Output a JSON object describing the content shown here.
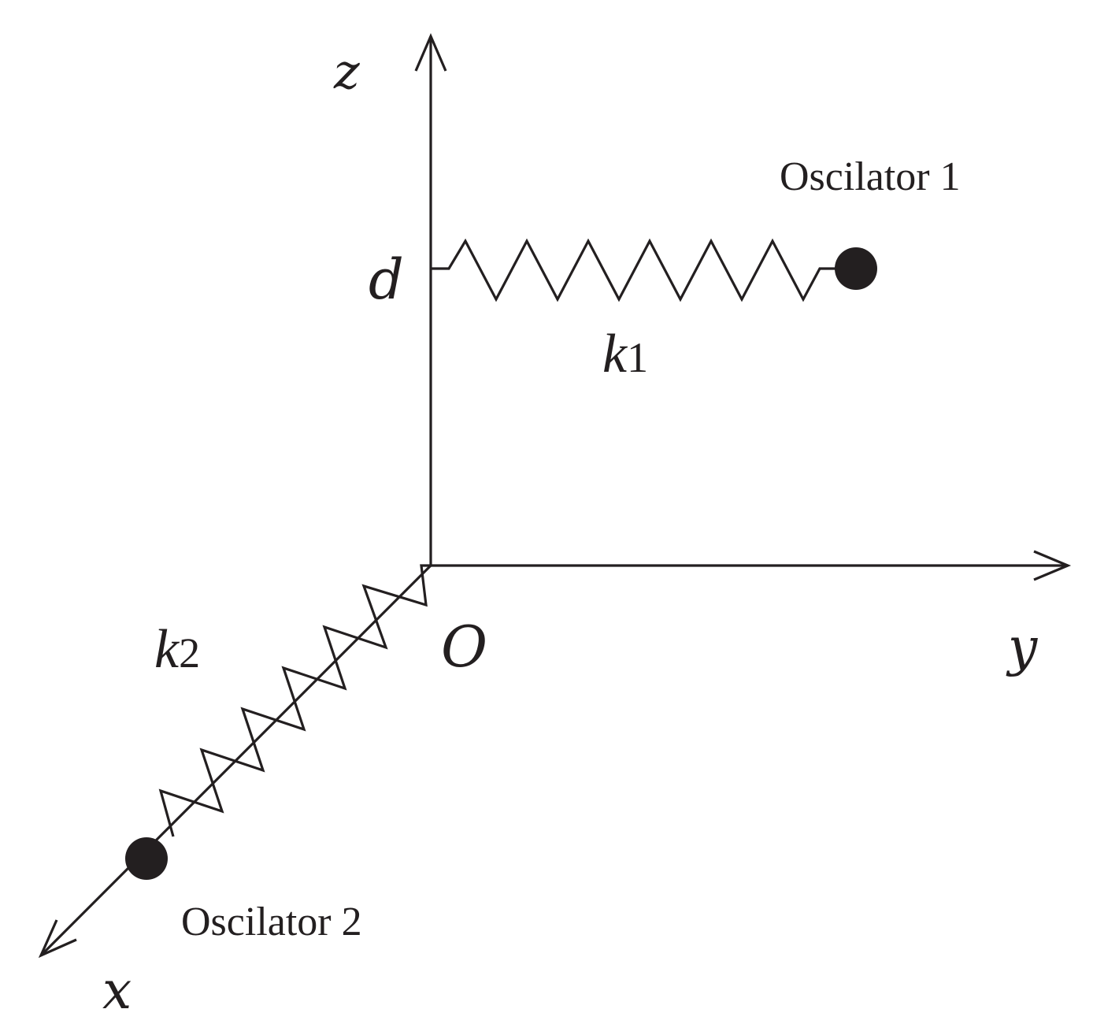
{
  "axes": {
    "x_label": "x",
    "y_label": "y",
    "z_label": "z",
    "origin_label": "O",
    "d_label": "d"
  },
  "springs": {
    "k1": {
      "letter": "k",
      "subscript": "1"
    },
    "k2": {
      "letter": "k",
      "subscript": "2"
    }
  },
  "oscillators": {
    "oscillator_1": "Oscilator 1",
    "oscillator_2": "Oscilator 2"
  },
  "colors": {
    "ink": "#231f20",
    "background": "#ffffff"
  }
}
